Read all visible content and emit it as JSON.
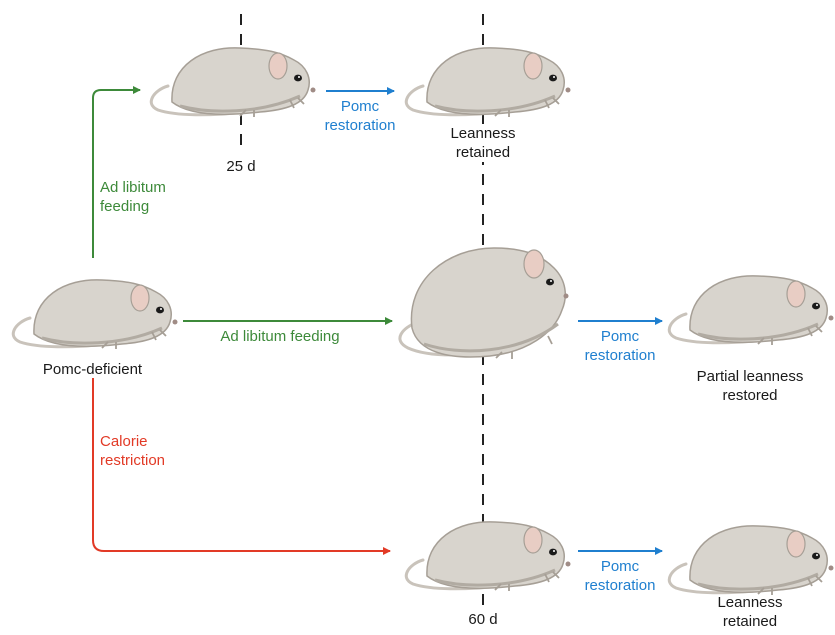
{
  "colors": {
    "ad_libitum": "#3d8a3a",
    "calorie_restriction": "#e23a26",
    "pomc_restoration": "#1f7fcf",
    "timeline": "#222222",
    "mouse_body": "#d8d4cd",
    "mouse_shade": "#b1aba2",
    "mouse_ear": "#e8cdc4"
  },
  "icons": [
    "mouse-illustration"
  ],
  "labels": {
    "start": "Pomc-deficient",
    "ad_libitum_short": [
      "Ad libitum",
      "feeding"
    ],
    "ad_libitum_long": "Ad libitum feeding",
    "calorie_restriction": [
      "Calorie",
      "restriction"
    ],
    "pomc_restoration": [
      "Pomc",
      "restoration"
    ],
    "leanness_retained": [
      "Leanness",
      "retained"
    ],
    "partial_leanness": [
      "Partial leanness",
      "restored"
    ],
    "day_25": "25 d",
    "day_60": "60 d"
  }
}
